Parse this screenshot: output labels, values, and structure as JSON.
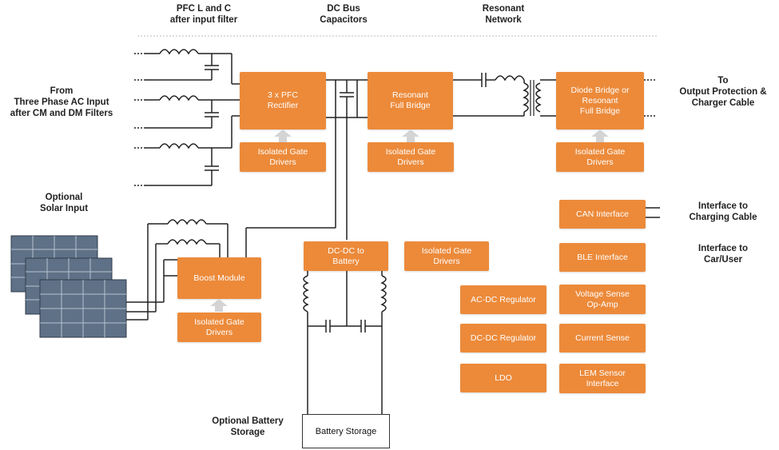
{
  "headers": {
    "pfc": "PFC L and C\nafter input filter",
    "dcbus": "DC Bus\nCapacitors",
    "resonant": "Resonant\nNetwork"
  },
  "side_labels": {
    "ac_input": "From\nThree Phase AC Input\nafter CM and DM Filters",
    "solar": "Optional\nSolar Input",
    "output": "To\nOutput Protection &\nCharger Cable",
    "charging_cable": "Interface to\nCharging Cable",
    "car_user": "Interface to\nCar/User",
    "battery_storage": "Optional Battery\nStorage"
  },
  "blocks": {
    "pfc_rectifier": "3 x PFC\nRectifier",
    "resonant_full_bridge": "Resonant\nFull Bridge",
    "diode_bridge": "Diode Bridge or\nResonant\nFull Bridge",
    "gate_pfc": "Isolated Gate\nDrivers",
    "gate_resonant": "Isolated Gate\nDrivers",
    "gate_diode": "Isolated Gate\nDrivers",
    "boost_module": "Boost Module",
    "gate_boost": "Isolated Gate\nDrivers",
    "dcdc_battery": "DC-DC to\nBattery",
    "gate_dcdc": "Isolated Gate\nDrivers",
    "ac_dc_regulator": "AC-DC Regulator",
    "dc_dc_regulator": "DC-DC Regulator",
    "ldo": "LDO",
    "can_interface": "CAN Interface",
    "ble_interface": "BLE Interface",
    "voltage_sense": "Voltage Sense\nOp-Amp",
    "current_sense": "Current Sense",
    "lem_sensor": "LEM Sensor\nInterface",
    "battery_storage": "Battery Storage"
  },
  "colors": {
    "block": "#ec8a3a",
    "arrow": "#d4d4d4",
    "wire": "#222222",
    "solar_panel": "#5f7187"
  }
}
